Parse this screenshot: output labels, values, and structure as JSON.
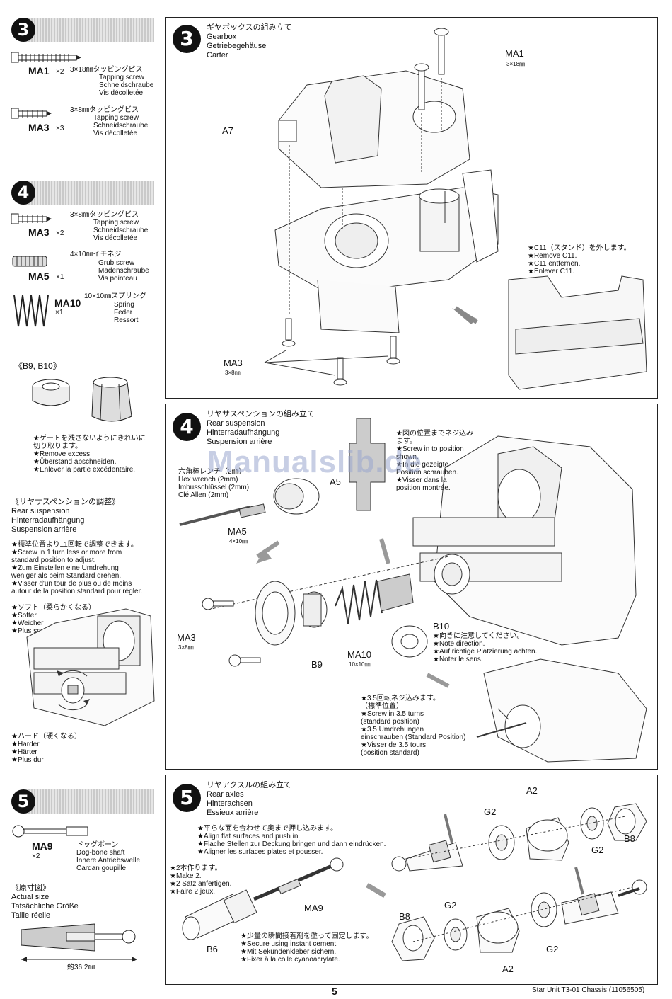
{
  "sidebar": {
    "step3": {
      "number": "3",
      "parts": [
        {
          "code": "MA1",
          "qty": "×2",
          "size_jp": "3×18㎜タッピングビス",
          "en": "Tapping screw",
          "de": "Schneidschraube",
          "fr": "Vis décolletée"
        },
        {
          "code": "MA3",
          "qty": "×3",
          "size_jp": "3×8㎜タッピングビス",
          "en": "Tapping screw",
          "de": "Schneidschraube",
          "fr": "Vis décolletée"
        }
      ]
    },
    "step4": {
      "number": "4",
      "parts": [
        {
          "code": "MA3",
          "qty": "×2",
          "size_jp": "3×8㎜タッピングビス",
          "en": "Tapping screw",
          "de": "Schneidschraube",
          "fr": "Vis décolletée"
        },
        {
          "code": "MA5",
          "qty": "×1",
          "size_jp": "4×10㎜イモネジ",
          "en": "Grub screw",
          "de": "Madenschraube",
          "fr": "Vis pointeau"
        },
        {
          "code": "MA10",
          "qty": "×1",
          "size_jp": "10×10㎜スプリング",
          "en": "Spring",
          "de": "Feder",
          "fr": "Ressort"
        }
      ]
    },
    "b9b10": {
      "title": "《B9, B10》",
      "notes": [
        "★ゲートを残さないようにきれいに",
        "切り取ります。",
        "★Remove excess.",
        "★Überstand abschneiden.",
        "★Enlever la partie excédentaire."
      ]
    },
    "adjust": {
      "title": "《リヤサスペンションの調整》",
      "en": "Rear suspension",
      "de": "Hinterradaufhängung",
      "fr": "Suspension arrière",
      "notes": [
        "★標準位置より±1回転で調整できます。",
        "★Screw in 1 turn less or more from",
        "standard position to adjust.",
        "★Zum Einstellen eine Umdrehung",
        "weniger als beim Standard drehen.",
        "★Visser d'un tour de plus ou de moins",
        "autour de la position standard pour régler."
      ],
      "soft": [
        "★ソフト（柔らかくなる）",
        "★Softer",
        "★Weicher",
        "★Plus souple"
      ],
      "hard": [
        "★ハード（硬くなる）",
        "★Harder",
        "★Härter",
        "★Plus dur"
      ]
    },
    "step5": {
      "number": "5",
      "part": {
        "code": "MA9",
        "qty": "×2",
        "jp": "ドッグボーン",
        "en": "Dog-bone shaft",
        "de": "Innere Antriebswelle",
        "fr": "Cardan goupille"
      },
      "actual_jp": "《原寸図》",
      "actual_en": "Actual size",
      "actual_de": "Tatsächliche Größe",
      "actual_fr": "Taille réelle",
      "dimension": "約36.2㎜"
    }
  },
  "panel3": {
    "number": "3",
    "title_jp": "ギヤボックスの組み立て",
    "title_en": "Gearbox",
    "title_de": "Getriebegehäuse",
    "title_fr": "Carter",
    "ma1": "MA1",
    "ma1_size": "3×18㎜",
    "a7": "A7",
    "ma3": "MA3",
    "ma3_size": "3×8㎜",
    "note": [
      "★C11（スタンド）を外します。",
      "★Remove C11.",
      "★C11 entfernen.",
      "★Enlever C11."
    ]
  },
  "panel4": {
    "number": "4",
    "title_jp": "リヤサスペンションの組み立て",
    "title_en": "Rear suspension",
    "title_de": "Hinterradaufhängung",
    "title_fr": "Suspension arrière",
    "wrench": [
      "六角棒レンチ（2㎜）",
      "Hex wrench (2mm)",
      "Imbusschlüssel (2mm)",
      "Clé Allen (2mm)"
    ],
    "a5": "A5",
    "ma5": "MA5",
    "ma5_size": "4×10㎜",
    "ma3": "MA3",
    "ma3_size": "3×8㎜",
    "b9": "B9",
    "ma10": "MA10",
    "ma10_size": "10×10㎜",
    "b10": "B10",
    "screw_note": [
      "★図の位置までネジ込み",
      "ます。",
      "★Screw in to position",
      "shown.",
      "★In die gezeigte",
      "Position schrauben.",
      "★Visser dans la",
      "position montrée."
    ],
    "direction_note": [
      "★向きに注意してください。",
      "★Note direction.",
      "★Auf richtige Platzierung achten.",
      "★Noter le sens."
    ],
    "turns_note": [
      "★3.5回転ネジ込みます。",
      "（標準位置）",
      "★Screw in 3.5 turns",
      "(standard position)",
      "★3.5 Umdrehungen",
      "einschrauben (Standard Position)",
      "★Visser de 3.5 tours",
      "(position standard)"
    ]
  },
  "panel5": {
    "number": "5",
    "title_jp": "リヤアクスルの組み立て",
    "title_en": "Rear axles",
    "title_de": "Hinterachsen",
    "title_fr": "Essieux arrière",
    "align_note": [
      "★平らな面を合わせて奥まで押し込みます。",
      "★Align flat surfaces and push in.",
      "★Flache Stellen zur Deckung bringen und dann eindrücken.",
      "★Aligner les surfaces plates et pousser."
    ],
    "make2": [
      "★2本作ります。",
      "★Make 2.",
      "★2 Satz anfertigen.",
      "★Faire 2 jeux."
    ],
    "cement": [
      "★少量の瞬間接着剤を塗って固定します。",
      "★Secure using instant cement.",
      "★Mit Sekundenkleber sichern.",
      "★Fixer à la colle cyanoacrylate."
    ],
    "ma9": "MA9",
    "b6": "B6",
    "a2": "A2",
    "g2": "G2",
    "b8": "B8"
  },
  "footer": {
    "page": "5",
    "doc": "Star Unit T3-01 Chassis (11056505)"
  },
  "watermark": "Manualslib.de"
}
